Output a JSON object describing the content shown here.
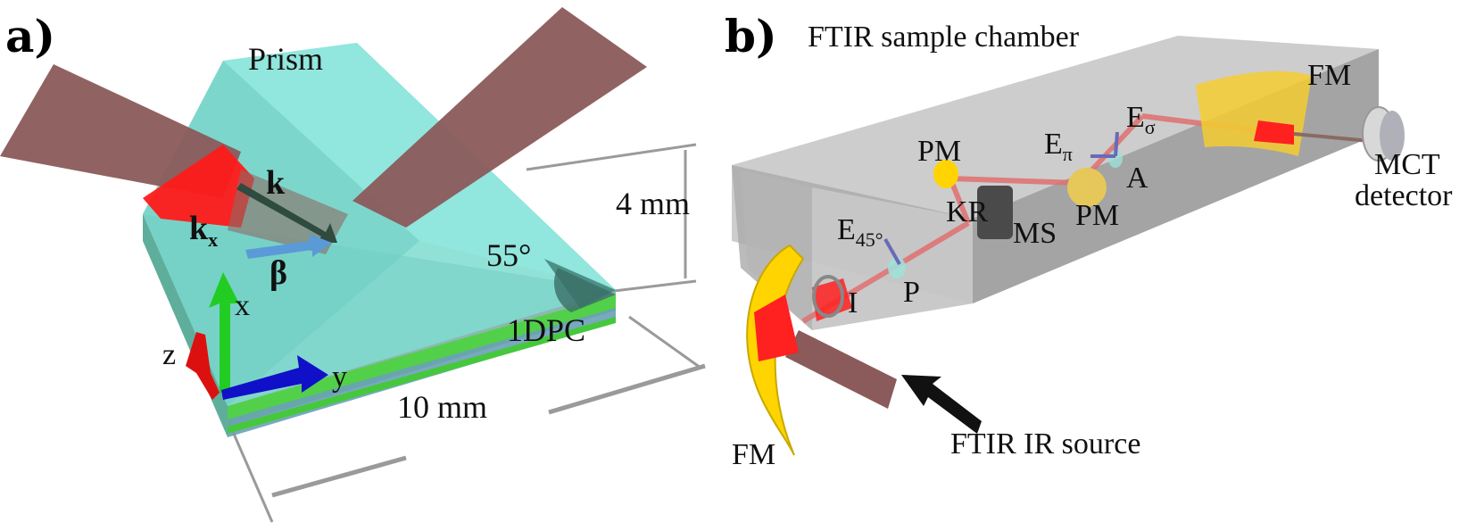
{
  "panel_a": {
    "label": "a)",
    "prism_label": "Prism",
    "k_label": "k",
    "kx_label": "k",
    "kx_sub": "x",
    "beta_label": "β",
    "height_label": "4 mm",
    "angle_label": "55°",
    "width_label": "10 mm",
    "pc_label": "1DPC",
    "axis_x": "x",
    "axis_y": "y",
    "axis_z": "z"
  },
  "panel_b": {
    "label": "b)",
    "chamber_label": "FTIR sample chamber",
    "fm_top": "FM",
    "fm_bottom": "FM",
    "mct_line1": "MCT",
    "mct_line2": "detector",
    "pm_left": "PM",
    "pm_right": "PM",
    "kr": "KR",
    "ms": "MS",
    "e45": "E",
    "e45_sub": "45°",
    "epi": "E",
    "epi_sub": "π",
    "esigma": "E",
    "esigma_sub": "σ",
    "a": "A",
    "p": "P",
    "i": "I",
    "source": "FTIR IR source"
  },
  "colors": {
    "prism": "#7fdcd0",
    "beam": "#8b5a5a",
    "red_beam": "#ff2020",
    "chamber": "#bdbdbd",
    "mirror": "#ffd400",
    "pc_green": "#46c83c",
    "axis_x": "#22cc22",
    "axis_y": "#1010c8",
    "axis_z": "#dd1010"
  }
}
